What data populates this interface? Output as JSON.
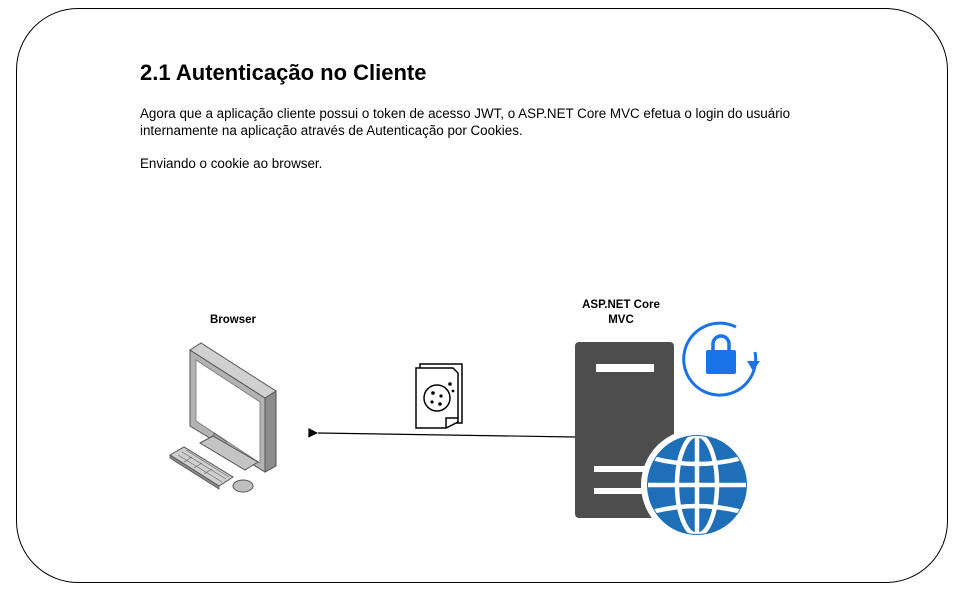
{
  "title": "2.1 Autenticação no Cliente",
  "paragraph_1_line_1": "Agora que a aplicação cliente possui o token de acesso JWT, o ASP.NET Core MVC efetua o login do usuário",
  "paragraph_1_line_2": "internamente na aplicação através de Autenticação por Cookies.",
  "paragraph_2": "Enviando o cookie ao browser.",
  "nodes": {
    "browser": {
      "label": "Browser",
      "icon": "desktop-computer-icon"
    },
    "server": {
      "label": "ASP.NET Core\nMVC",
      "icon": "server-icon"
    },
    "cookie": {
      "icon": "cookie-document-icon"
    },
    "lock": {
      "icon": "lock-refresh-icon"
    },
    "globe": {
      "icon": "globe-icon"
    }
  },
  "colors": {
    "server": "#4d4d4d",
    "accent_blue": "#1e6fb8",
    "lock_blue": "#1a73e8"
  }
}
